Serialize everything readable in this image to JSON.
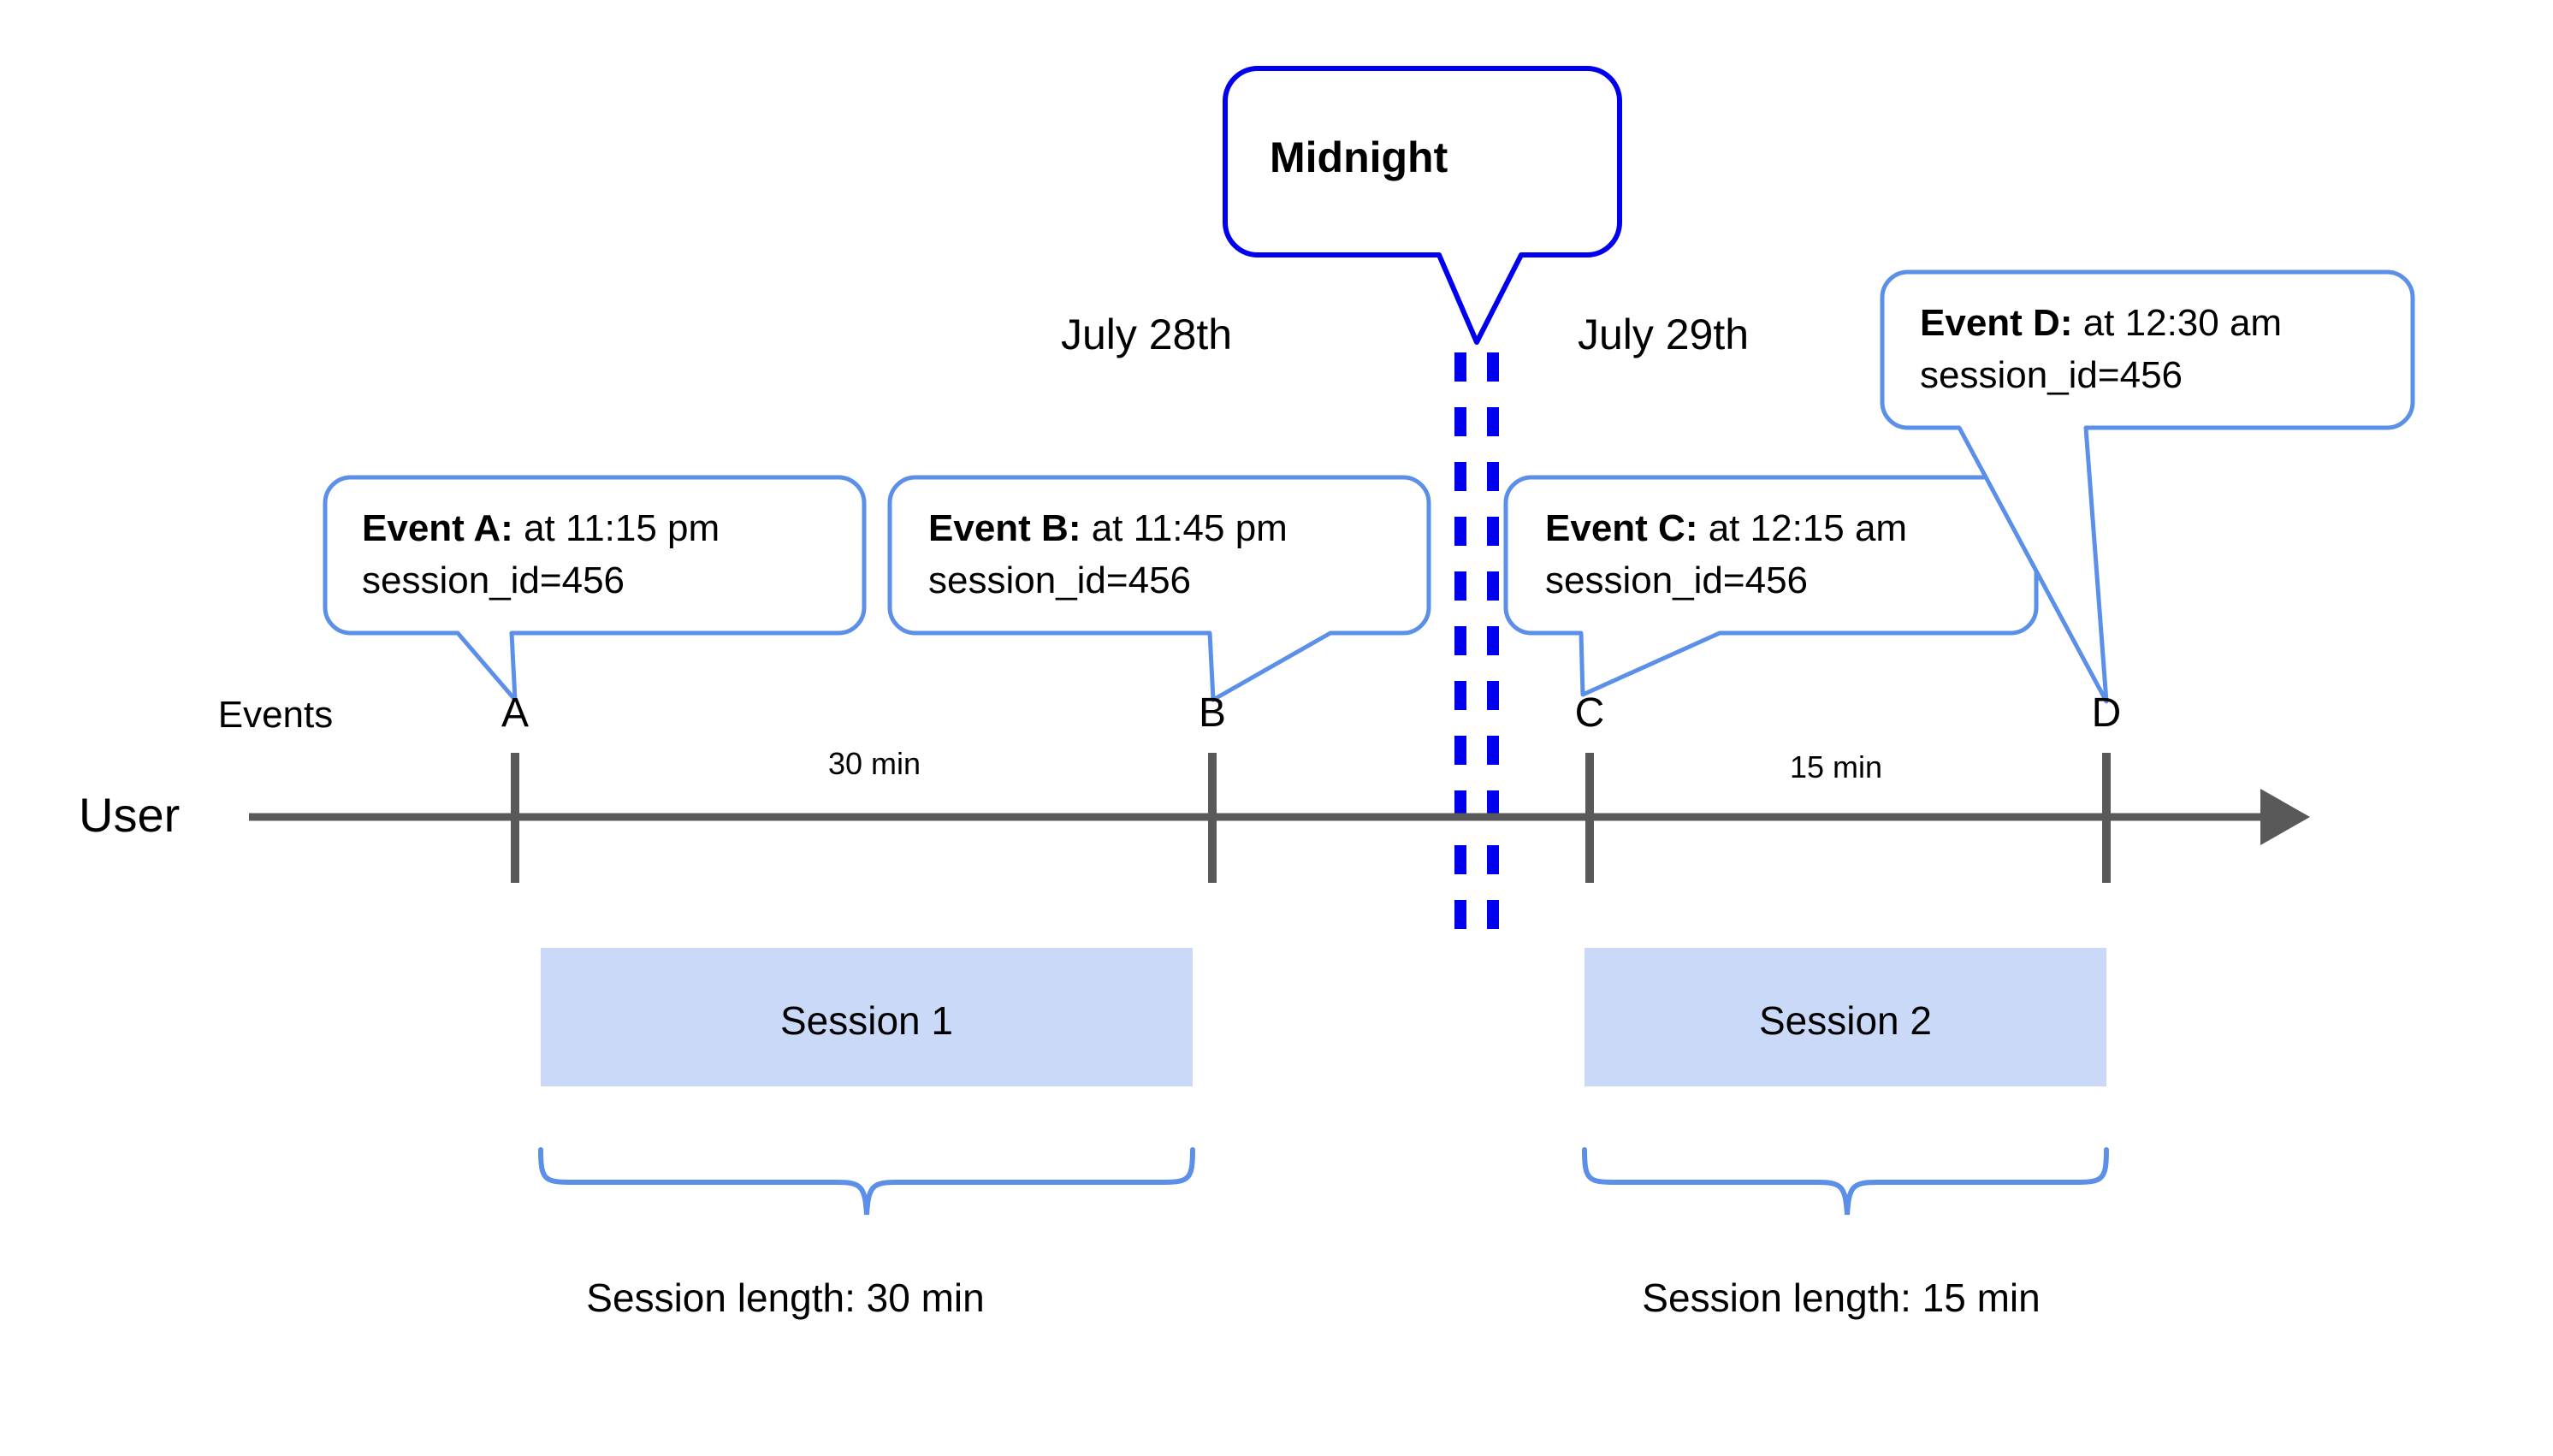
{
  "diagram": {
    "title_note": "Session splitting across midnight timeline",
    "colors": {
      "callout_border": "#5B8FE8",
      "midnight_border": "#0000EE",
      "midnight_dash": "#0000EE",
      "session_fill": "#C9D9F7",
      "axis": "#595959",
      "brace": "#5B8FE8",
      "text": "#000000",
      "background": "#FFFFFF"
    },
    "midnight_callout": {
      "label": "Midnight"
    },
    "day_labels": [
      {
        "name": "day-label-left",
        "text": "July 28th"
      },
      {
        "name": "day-label-right",
        "text": "July 29th"
      }
    ],
    "event_callouts": [
      {
        "id": "A",
        "lead": "Event A:",
        "time": " at 11:15 pm",
        "session_id": "session_id=456"
      },
      {
        "id": "B",
        "lead": "Event B:",
        "time": " at 11:45 pm",
        "session_id": "session_id=456"
      },
      {
        "id": "C",
        "lead": "Event C:",
        "time": " at 12:15 am",
        "session_id": "session_id=456"
      },
      {
        "id": "D",
        "lead": "Event D:",
        "time": " at 12:30 am",
        "session_id": "session_id=456"
      }
    ],
    "axis": {
      "row_label": "User",
      "events_label": "Events",
      "tick_labels": [
        "A",
        "B",
        "C",
        "D"
      ],
      "gap_labels": [
        {
          "name": "gap-a-b",
          "text": "30 min"
        },
        {
          "name": "gap-c-d",
          "text": "15 min"
        }
      ]
    },
    "sessions": [
      {
        "name": "Session 1",
        "length_label": "Session length: 30 min"
      },
      {
        "name": "Session 2",
        "length_label": "Session length: 15 min"
      }
    ]
  }
}
